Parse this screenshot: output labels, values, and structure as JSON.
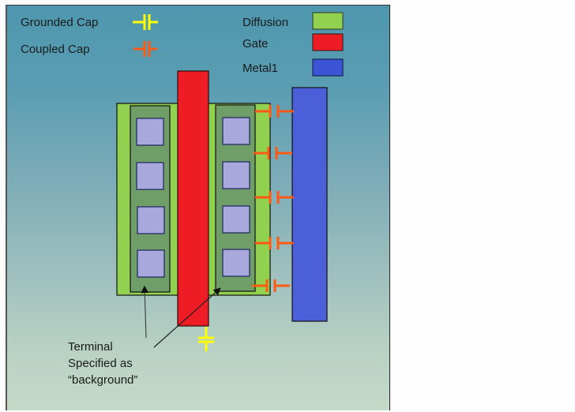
{
  "legend": {
    "grounded_cap": {
      "label": "Grounded Cap",
      "color": "#ffff00"
    },
    "coupled_cap": {
      "label": "Coupled Cap",
      "color": "#ff5a14"
    },
    "layers": [
      {
        "label": "Diffusion",
        "color": "#92d050"
      },
      {
        "label": "Gate",
        "color": "#ee1c25"
      },
      {
        "label": "Metal1",
        "color": "#3b55d6"
      }
    ]
  },
  "annotation": {
    "lines": [
      "Terminal",
      "Specified as",
      "“background”"
    ]
  },
  "colors": {
    "contact": "#a9a8dc",
    "terminal_region": "#6f9e68",
    "diffusion": "#92d050",
    "gate": "#ee1c25",
    "metal1": "#4a5fd8"
  }
}
